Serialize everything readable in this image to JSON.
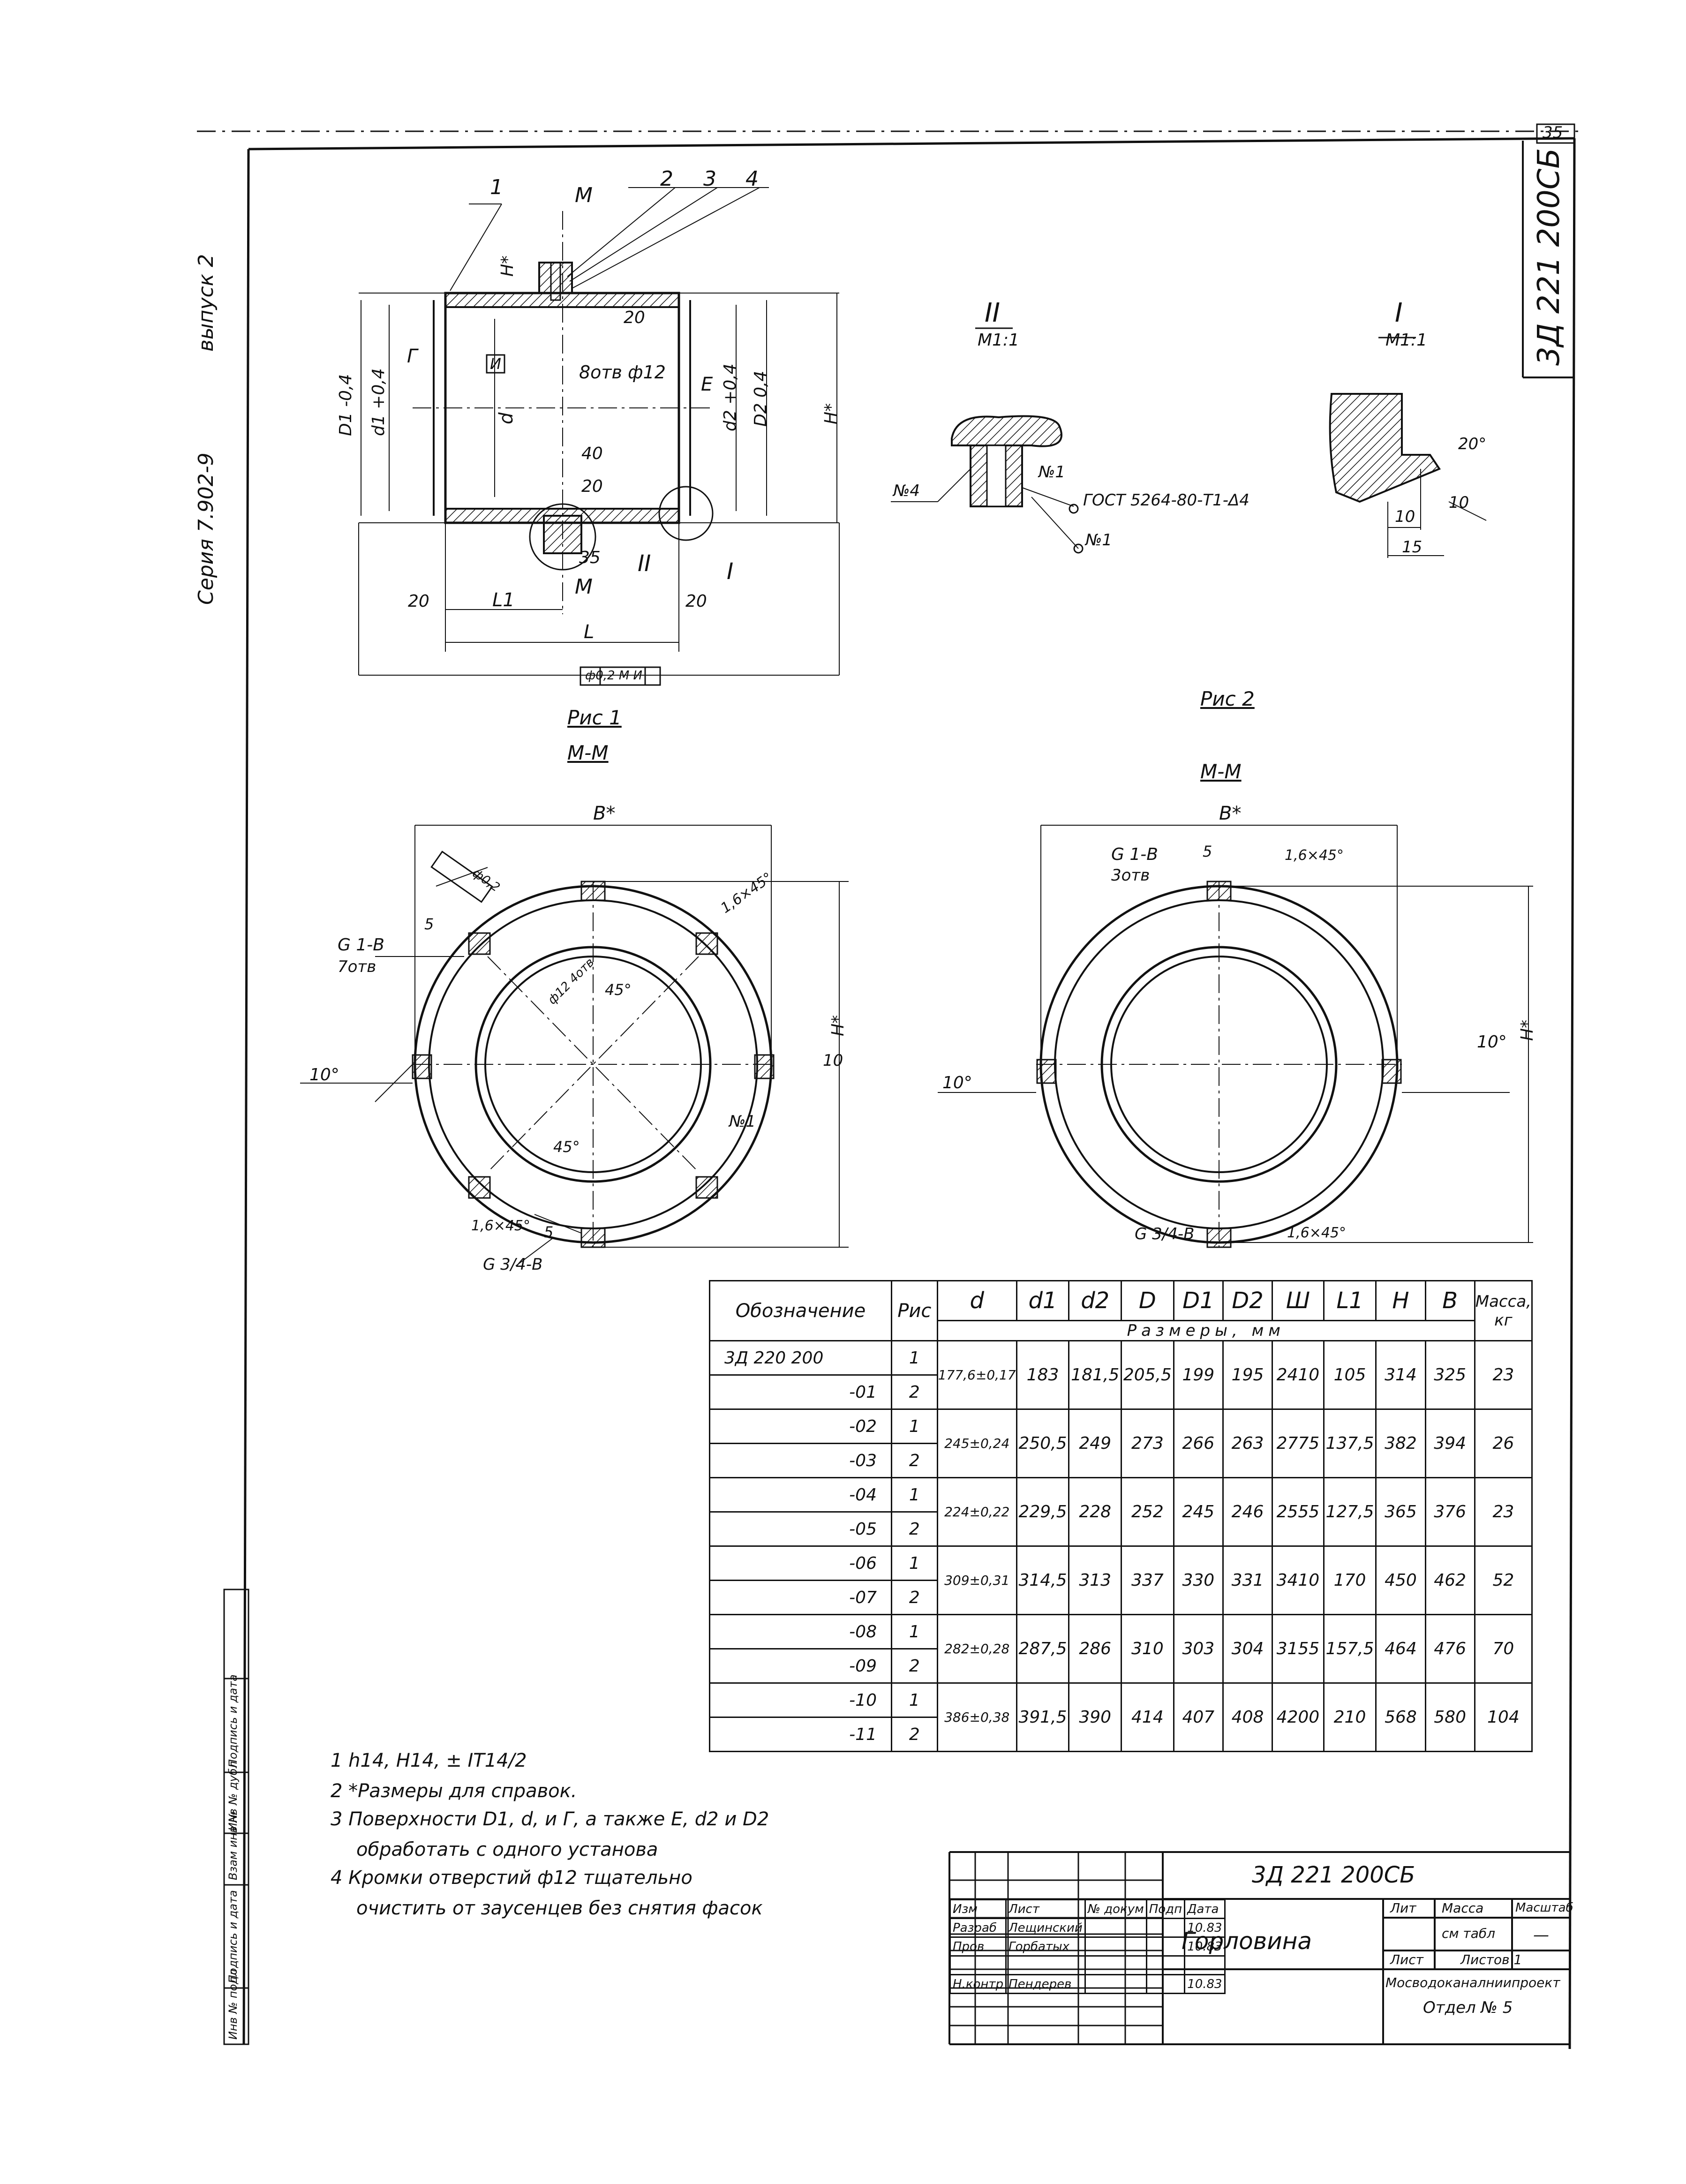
{
  "sheet_number": "35",
  "doc_code_vertical": "3Д 221 200СБ",
  "series": "Серия 7.902-9",
  "issue": "выпуск 2",
  "fig1": {
    "caption": "Рис 1",
    "section_caption": "М-М",
    "callouts": [
      "1",
      "2",
      "3",
      "4"
    ],
    "labels": {
      "M_top": "М",
      "M_bottom": "М",
      "H_star": "Н*",
      "D1": "D1 -0,4",
      "d1": "d1 +0,4",
      "d": "d",
      "d2": "d2 +0,4",
      "D2": "D2 0,4",
      "H_right": "Н*",
      "G": "Г",
      "E": "Е",
      "I_box": "И",
      "holes": "8отв ф12",
      "dim40": "40",
      "dim20a": "20",
      "dim20b": "20",
      "dim35": "35",
      "dim20_left": "20",
      "dim20_right": "20",
      "L1": "L1",
      "L": "L",
      "II": "II",
      "I": "I",
      "tolerance": "ф0,2 М И"
    }
  },
  "fig2": {
    "caption": "Рис 2",
    "section_caption": "М-М",
    "detail_II": {
      "title": "II",
      "scale": "М1:1",
      "n4": "№4",
      "n1a": "№1",
      "n1b": "№1",
      "gost": "ГОСТ 5264-80-Т1-Δ4"
    },
    "detail_I": {
      "title": "I",
      "scale": "М1:1",
      "angle": "20°",
      "d10a": "10",
      "d10b": "10",
      "d15": "15"
    }
  },
  "section_left": {
    "B": "В*",
    "H": "Н*",
    "G1": "G 1-В",
    "G1_count": "7отв",
    "chamfer": "1,6×45°",
    "chamfer_bottom": "1,6×45°",
    "G34": "G 3/4-В",
    "tol": "ф0,2",
    "ang45a": "45°",
    "ang45b": "45°",
    "ang10a": "10°",
    "ang10b": "10",
    "n1": "№1",
    "s5a": "5",
    "s5b": "5",
    "holes": "ф12 4отв"
  },
  "section_right": {
    "B": "В*",
    "H": "Н*",
    "G1": "G 1-В",
    "G1_count": "3отв",
    "chamfer_top": "1,6×45°",
    "chamfer_bottom": "1,6×45°",
    "G34": "G 3/4-В",
    "ang10a": "10°",
    "ang10b": "10°",
    "s5": "5"
  },
  "spec_table": {
    "headers": [
      "Обозначение",
      "Рис",
      "d",
      "d1",
      "d2",
      "D",
      "D1",
      "D2",
      "Ш",
      "L1",
      "Н",
      "В",
      "Масса, кг"
    ],
    "units": "Размеры, мм",
    "rows": [
      {
        "des": "3Д 220 200",
        "fig": "1"
      },
      {
        "des": "-01",
        "fig": "2"
      },
      {
        "des": "-02",
        "fig": "1"
      },
      {
        "des": "-03",
        "fig": "2"
      },
      {
        "des": "-04",
        "fig": "1"
      },
      {
        "des": "-05",
        "fig": "2"
      },
      {
        "des": "-06",
        "fig": "1"
      },
      {
        "des": "-07",
        "fig": "2"
      },
      {
        "des": "-08",
        "fig": "1"
      },
      {
        "des": "-09",
        "fig": "2"
      },
      {
        "des": "-10",
        "fig": "1"
      },
      {
        "des": "-11",
        "fig": "2"
      }
    ],
    "groups": [
      [
        "177,6±0,17",
        "183",
        "181,5",
        "205,5",
        "199",
        "195",
        "2410",
        "105",
        "314",
        "325",
        "23"
      ],
      [
        "245±0,24",
        "250,5",
        "249",
        "273",
        "266",
        "263",
        "2775",
        "137,5",
        "382",
        "394",
        "26"
      ],
      [
        "224±0,22",
        "229,5",
        "228",
        "252",
        "245",
        "246",
        "2555",
        "127,5",
        "365",
        "376",
        "23"
      ],
      [
        "309±0,31",
        "314,5",
        "313",
        "337",
        "330",
        "331",
        "3410",
        "170",
        "450",
        "462",
        "52"
      ],
      [
        "282±0,28",
        "287,5",
        "286",
        "310",
        "303",
        "304",
        "3155",
        "157,5",
        "464",
        "476",
        "70"
      ],
      [
        "386±0,38",
        "391,5",
        "390",
        "414",
        "407",
        "408",
        "4200",
        "210",
        "568",
        "580",
        "104"
      ]
    ]
  },
  "notes": [
    "1 h14, Н14, ± IT14/2",
    "2 *Размеры для справок.",
    "3 Поверхности D1, d, и Г, а также Е, d2 и D2",
    "обработать с одного установа",
    "4 Кромки отверстий ф12 тщательно",
    "очистить от заусенцев без снятия фасок"
  ],
  "title_block": {
    "doc_code": "3Д 221 200СБ",
    "name": "Горловина",
    "lit_label": "Лит",
    "mass_label": "Масса",
    "scale_label": "Масштаб",
    "mass_value": "см табл",
    "scale_value": "—",
    "sheet_label": "Лист",
    "sheets_label": "Листов 1",
    "org": "Мосводоканалниипроект",
    "dept": "Отдел № 5",
    "rows": [
      [
        "Изм",
        "Лист",
        "№ докум",
        "Подп",
        "Дата"
      ],
      [
        "Разраб",
        "Лещинский",
        "",
        "",
        "10.83"
      ],
      [
        "Пров",
        "Горбатых",
        "",
        "",
        "10.83"
      ],
      [
        "",
        "",
        "",
        "",
        ""
      ],
      [
        "Н.контр",
        "Пендерев",
        "",
        "",
        "10.83"
      ]
    ]
  },
  "side_stamp": [
    "Инв № подл",
    "Подпись и дата",
    "Взам инв №",
    "Инв № дубл",
    "Подпись и дата"
  ]
}
